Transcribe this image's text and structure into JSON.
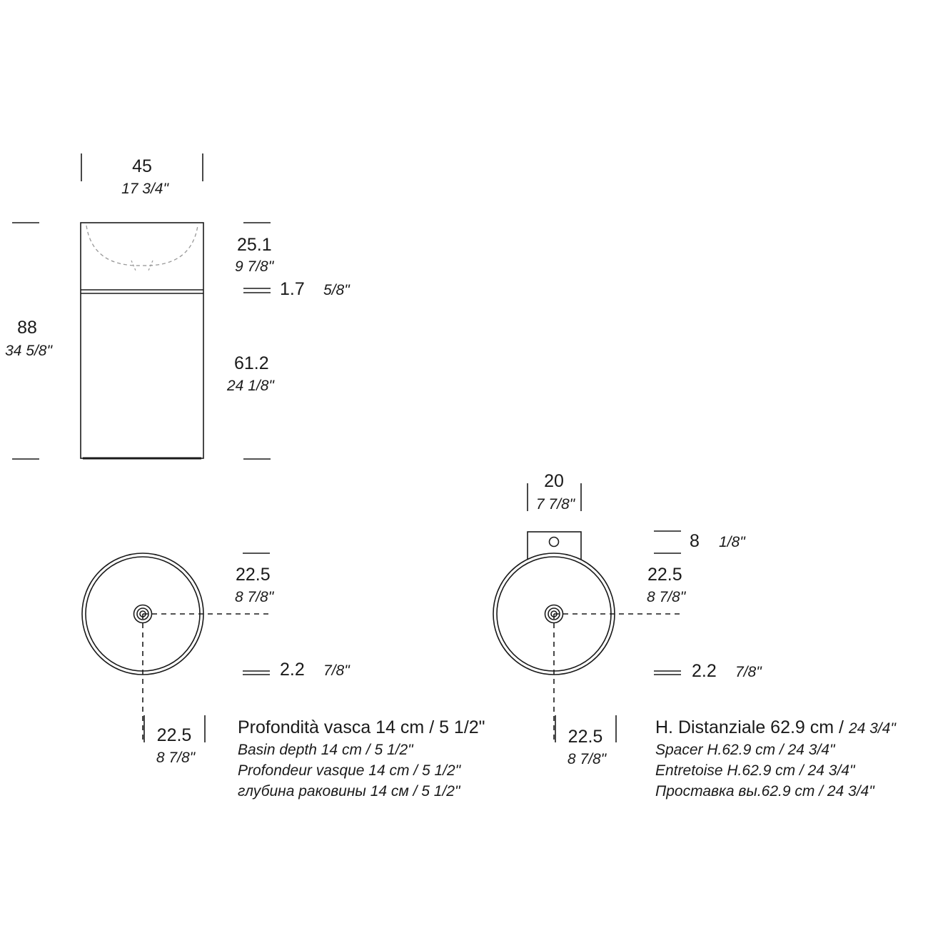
{
  "side_view": {
    "width_cm": "45",
    "width_in": "17 3/4\"",
    "height_cm": "88",
    "height_in": "34 5/8\"",
    "basin_cm": "25.1",
    "basin_in": "9 7/8\"",
    "gap_cm": "1.7",
    "gap_in": "5/8\"",
    "column_cm": "61.2",
    "column_in": "24 1/8\""
  },
  "top_view_left": {
    "radius_cm": "22.5",
    "radius_in": "8 7/8\"",
    "rim_cm": "2.2",
    "rim_in": "7/8\"",
    "radius2_cm": "22.5",
    "radius2_in": "8 7/8\""
  },
  "top_view_right": {
    "bracket_cm": "20",
    "bracket_in": "7 7/8\"",
    "bracket_depth_cm": "8",
    "bracket_depth_in": "1/8\"",
    "radius_cm": "22.5",
    "radius_in": "8 7/8\"",
    "rim_cm": "2.2",
    "rim_in": "7/8\"",
    "radius2_cm": "22.5",
    "radius2_in": "8 7/8\""
  },
  "notes_left": {
    "main": "Profondità vasca 14 cm / 5 1/2\"",
    "en": "Basin depth 14 cm / 5 1/2\"",
    "fr": "Profondeur vasque 14 cm / 5 1/2\"",
    "ru": "глубина раковины 14 см / 5 1/2\""
  },
  "notes_right": {
    "main": "H. Distanziale 62.9 cm / ",
    "main_in": "24 3/4\"",
    "en": "Spacer H.62.9 cm / 24 3/4\"",
    "fr": "Entretoise H.62.9 cm / 24 3/4\"",
    "ru": "Проставка вы.62.9 cm / 24 3/4\""
  }
}
